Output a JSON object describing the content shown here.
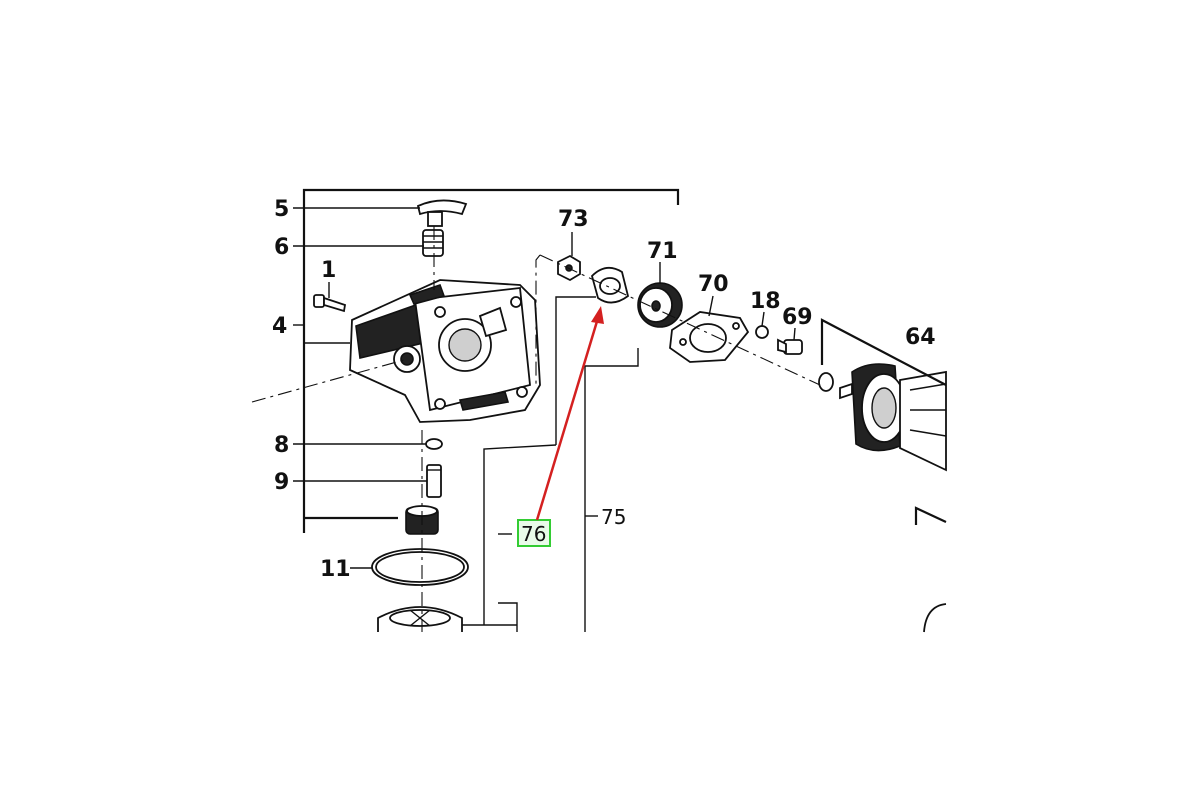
{
  "labels": {
    "p1": "1",
    "p4": "4",
    "p5": "5",
    "p6": "6",
    "p8": "8",
    "p9": "9",
    "p11": "11",
    "p18": "18",
    "p64": "64",
    "p69": "69",
    "p70": "70",
    "p71": "71",
    "p73": "73",
    "p75": "75",
    "p76": "76"
  },
  "colors": {
    "highlight_border": "#33cc33",
    "highlight_fill": "#e9fbe9",
    "arrow": "#d42020"
  },
  "highlighted_part": "76"
}
